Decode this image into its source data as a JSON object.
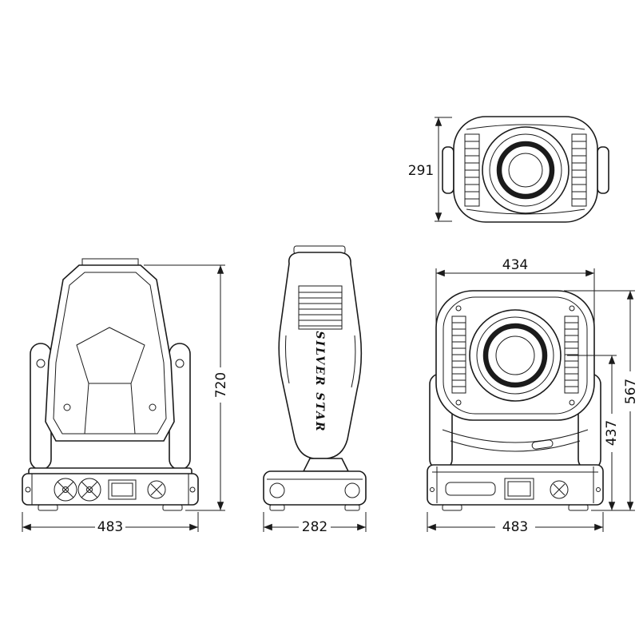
{
  "page": {
    "background": "#ffffff"
  },
  "drawing": {
    "type": "technical-dimension-drawing",
    "subject": "moving-head-stage-light",
    "brand_text": "SILVER STAR",
    "dimensions": {
      "top_view_depth": "291",
      "front_head_width": "434",
      "back_view_height": "720",
      "front_total_height": "567",
      "front_base_to_lens_height": "437",
      "back_base_width": "483",
      "side_base_width": "282",
      "front_base_width": "483"
    },
    "colors": {
      "line": "#1b1b1b",
      "background": "#ffffff"
    }
  }
}
